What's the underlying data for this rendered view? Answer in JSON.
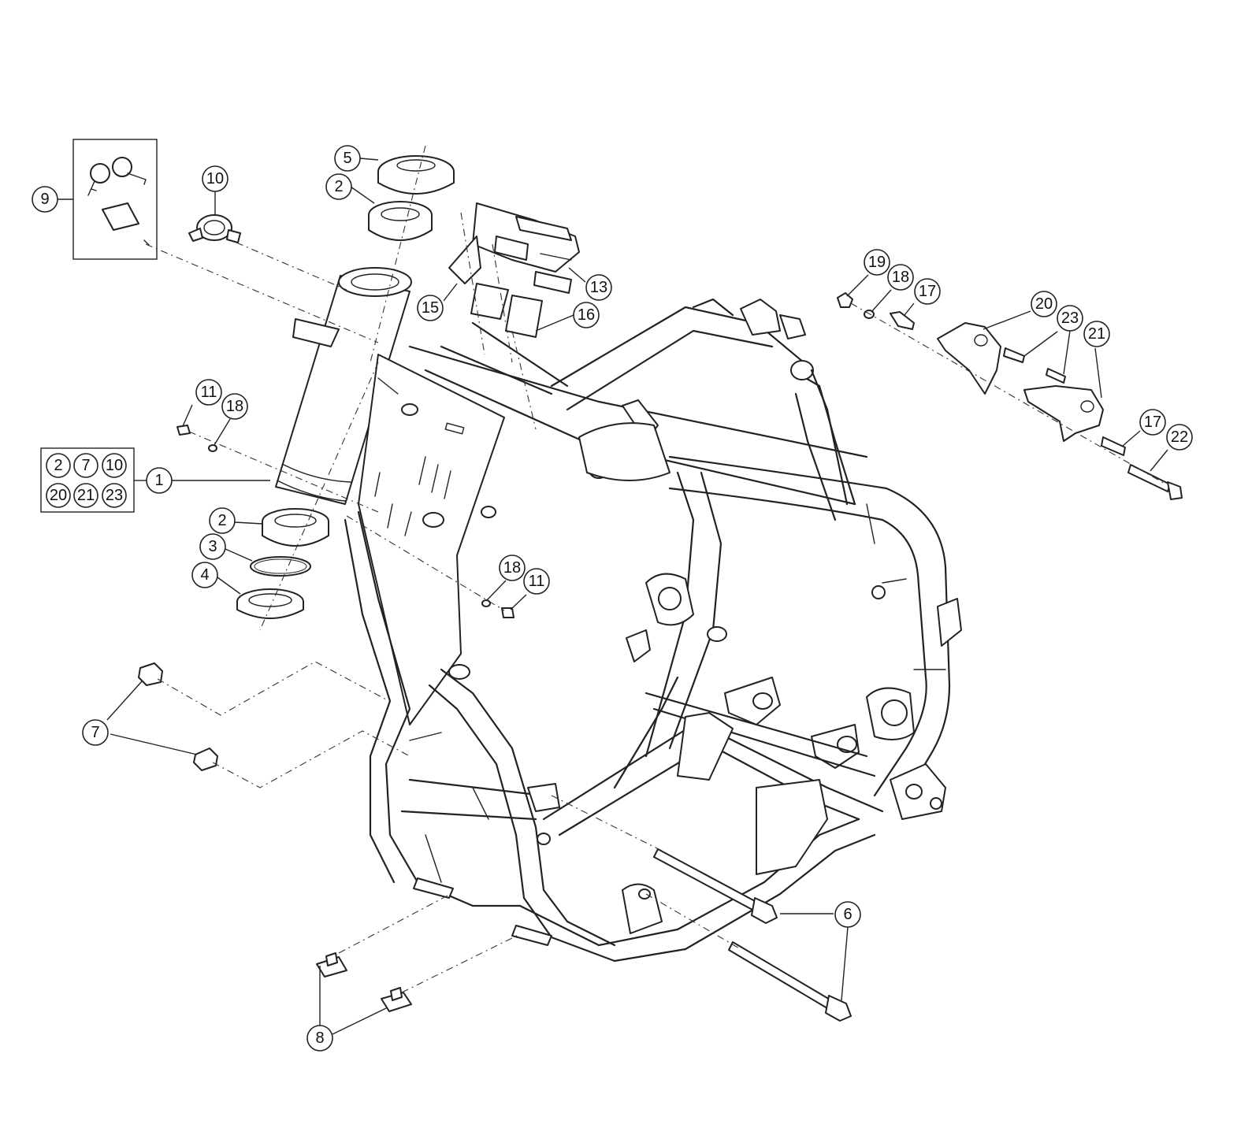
{
  "callouts": [
    {
      "id": "c1",
      "label": "1"
    },
    {
      "id": "c2a",
      "label": "2"
    },
    {
      "id": "c2b",
      "label": "2"
    },
    {
      "id": "c3",
      "label": "3"
    },
    {
      "id": "c4",
      "label": "4"
    },
    {
      "id": "c5",
      "label": "5"
    },
    {
      "id": "c6",
      "label": "6"
    },
    {
      "id": "c7",
      "label": "7"
    },
    {
      "id": "c8",
      "label": "8"
    },
    {
      "id": "c9",
      "label": "9"
    },
    {
      "id": "c10",
      "label": "10"
    },
    {
      "id": "c11a",
      "label": "11"
    },
    {
      "id": "c11b",
      "label": "11"
    },
    {
      "id": "c13",
      "label": "13"
    },
    {
      "id": "c15",
      "label": "15"
    },
    {
      "id": "c16",
      "label": "16"
    },
    {
      "id": "c17a",
      "label": "17"
    },
    {
      "id": "c17b",
      "label": "17"
    },
    {
      "id": "c18a",
      "label": "18"
    },
    {
      "id": "c18b",
      "label": "18"
    },
    {
      "id": "c18c",
      "label": "18"
    },
    {
      "id": "c19",
      "label": "19"
    },
    {
      "id": "c20",
      "label": "20"
    },
    {
      "id": "c21",
      "label": "21"
    },
    {
      "id": "c22",
      "label": "22"
    },
    {
      "id": "c23",
      "label": "23"
    }
  ],
  "kit_box": {
    "label": "1",
    "contents": [
      "2",
      "7",
      "10",
      "20",
      "21",
      "23"
    ]
  },
  "key_kit": {
    "label": "9"
  }
}
